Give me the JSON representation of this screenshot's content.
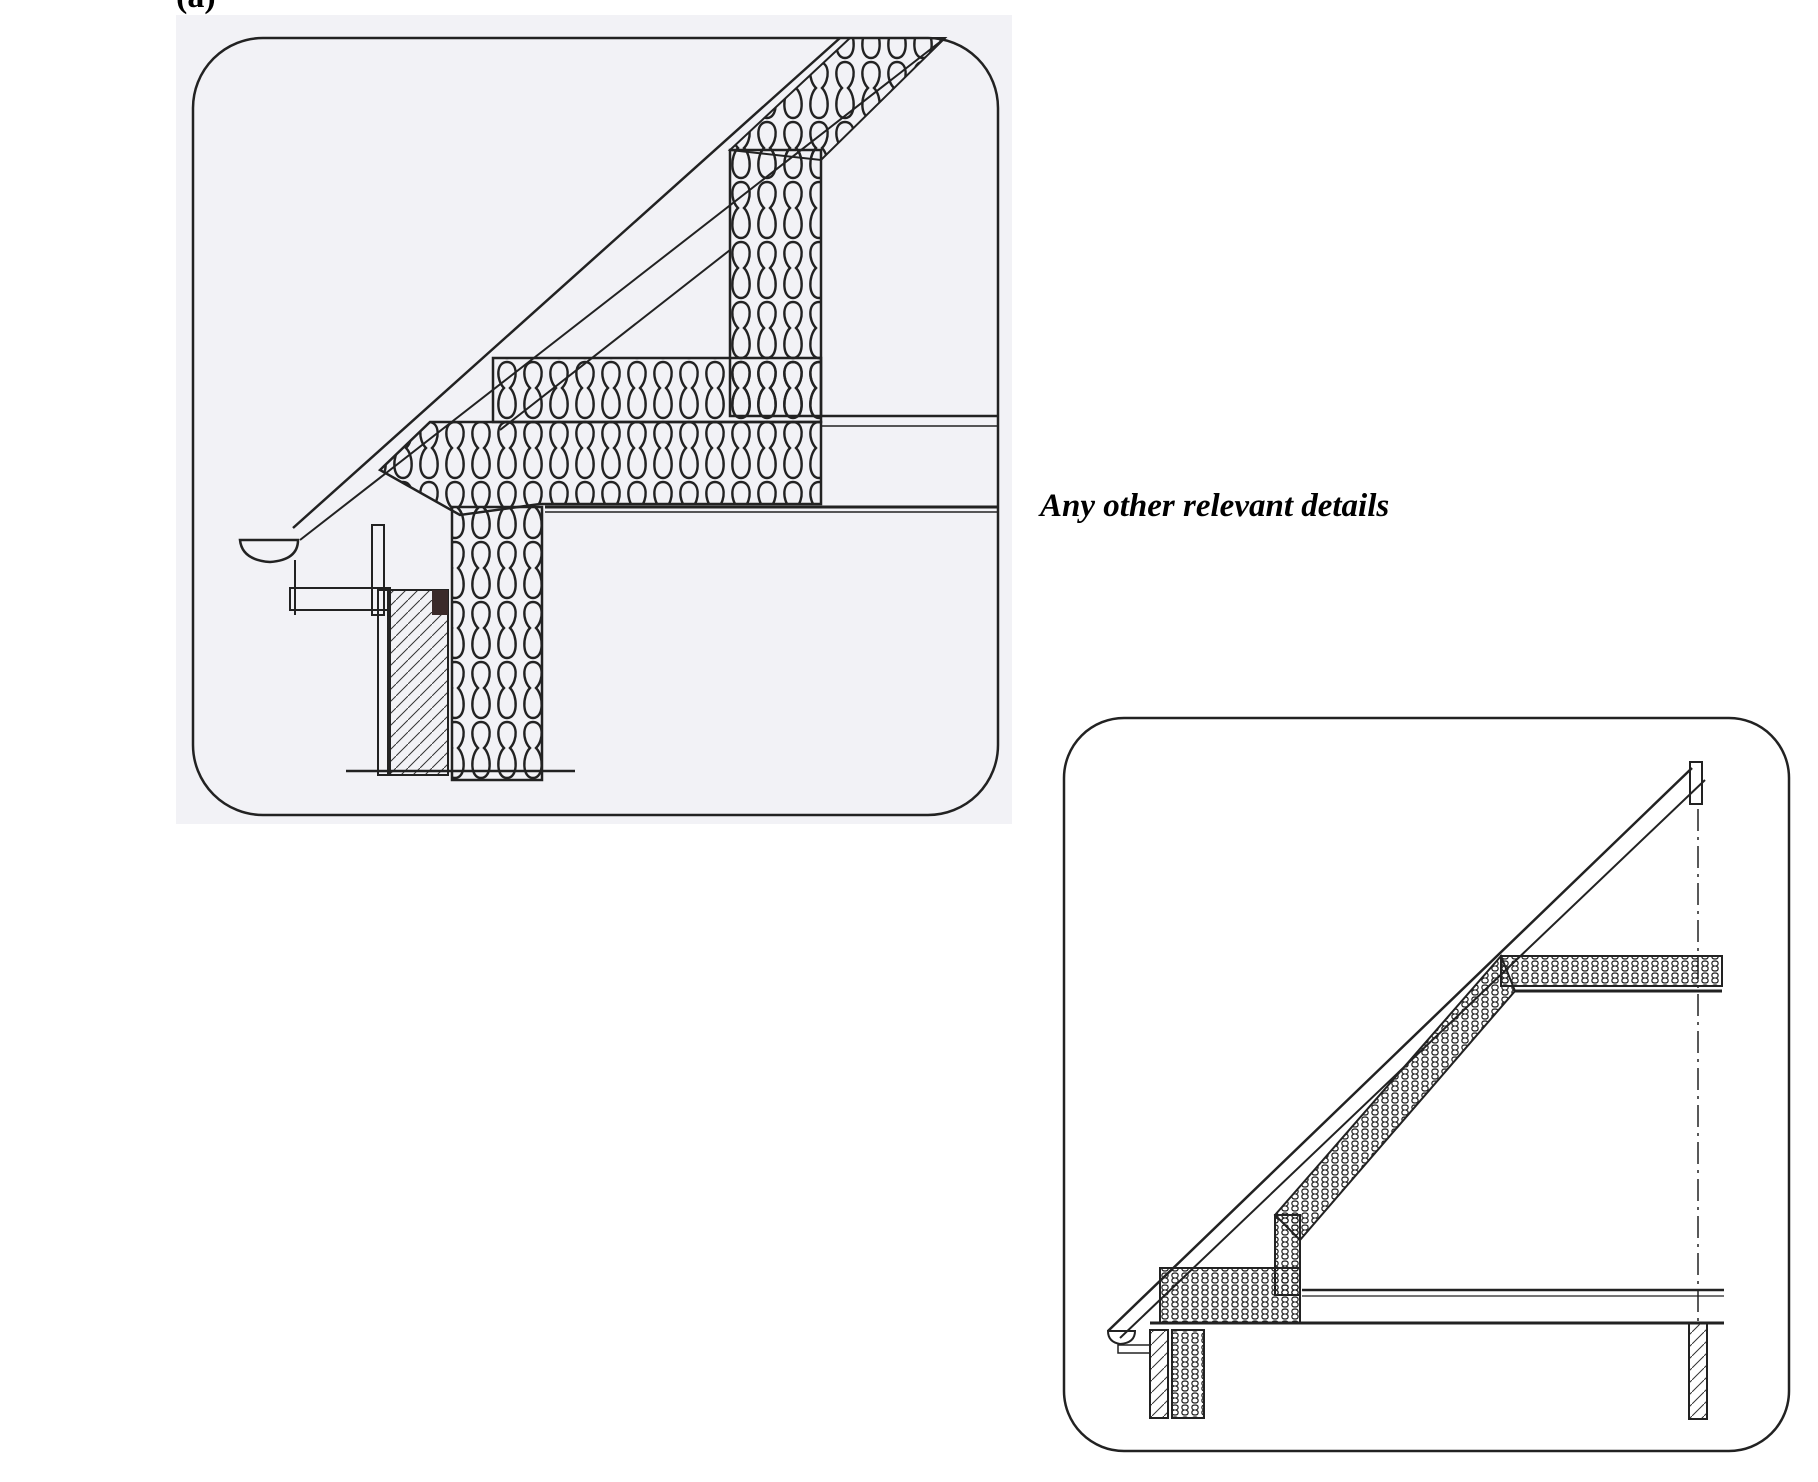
{
  "figure_label": "(a)",
  "caption": "Any other relevant details",
  "figures": [
    {
      "name": "roof-eaves-section-detail",
      "colors": {
        "panel": "#f2f2f6",
        "line": "#222222"
      }
    },
    {
      "name": "roof-section-overview",
      "colors": {
        "panel": "#ffffff",
        "line": "#222222"
      }
    }
  ]
}
